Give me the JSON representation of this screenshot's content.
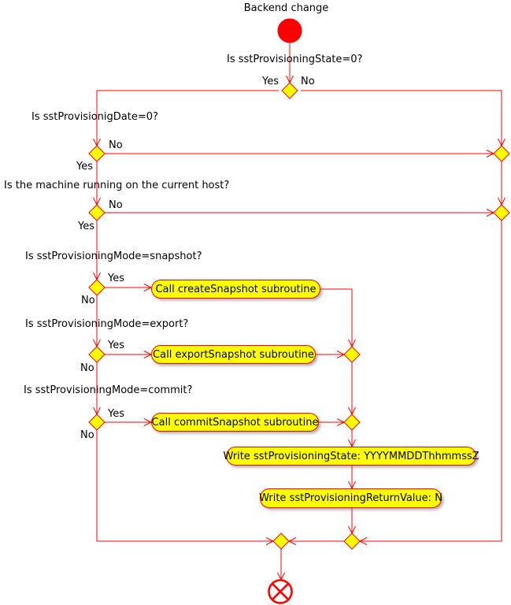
{
  "title": "Backend change",
  "decisions": [
    {
      "question": "Is sstProvisioningState=0?",
      "yes": "Yes",
      "no": "No"
    },
    {
      "question": "Is sstProvisionigDate=0?",
      "yes": "Yes",
      "no": "No"
    },
    {
      "question": "Is the machine running on the current host?",
      "yes": "Yes",
      "no": "No"
    },
    {
      "question": "Is sstProvisioningMode=snapshot?",
      "yes": "Yes",
      "no": "No"
    },
    {
      "question": "Is sstProvisioningMode=export?",
      "yes": "Yes",
      "no": "No"
    },
    {
      "question": "Is sstProvisioningMode=commit?",
      "yes": "Yes",
      "no": "No"
    }
  ],
  "activities": [
    {
      "label": "Call createSnapshot subroutine"
    },
    {
      "label": "Call exportSnapshot subroutine"
    },
    {
      "label": "Call commitSnapshot subroutine"
    },
    {
      "label": "Write sstProvisioningState: YYYYMMDDThhmmssZ"
    },
    {
      "label": "Write sstProvisioningReturnValue: N"
    }
  ],
  "colors": {
    "line": "#ff0000",
    "node_fill": "#ffff00",
    "node_border": "#ff0000",
    "start_fill": "#ff0000",
    "text": "#000000",
    "background": "#ffffff"
  }
}
